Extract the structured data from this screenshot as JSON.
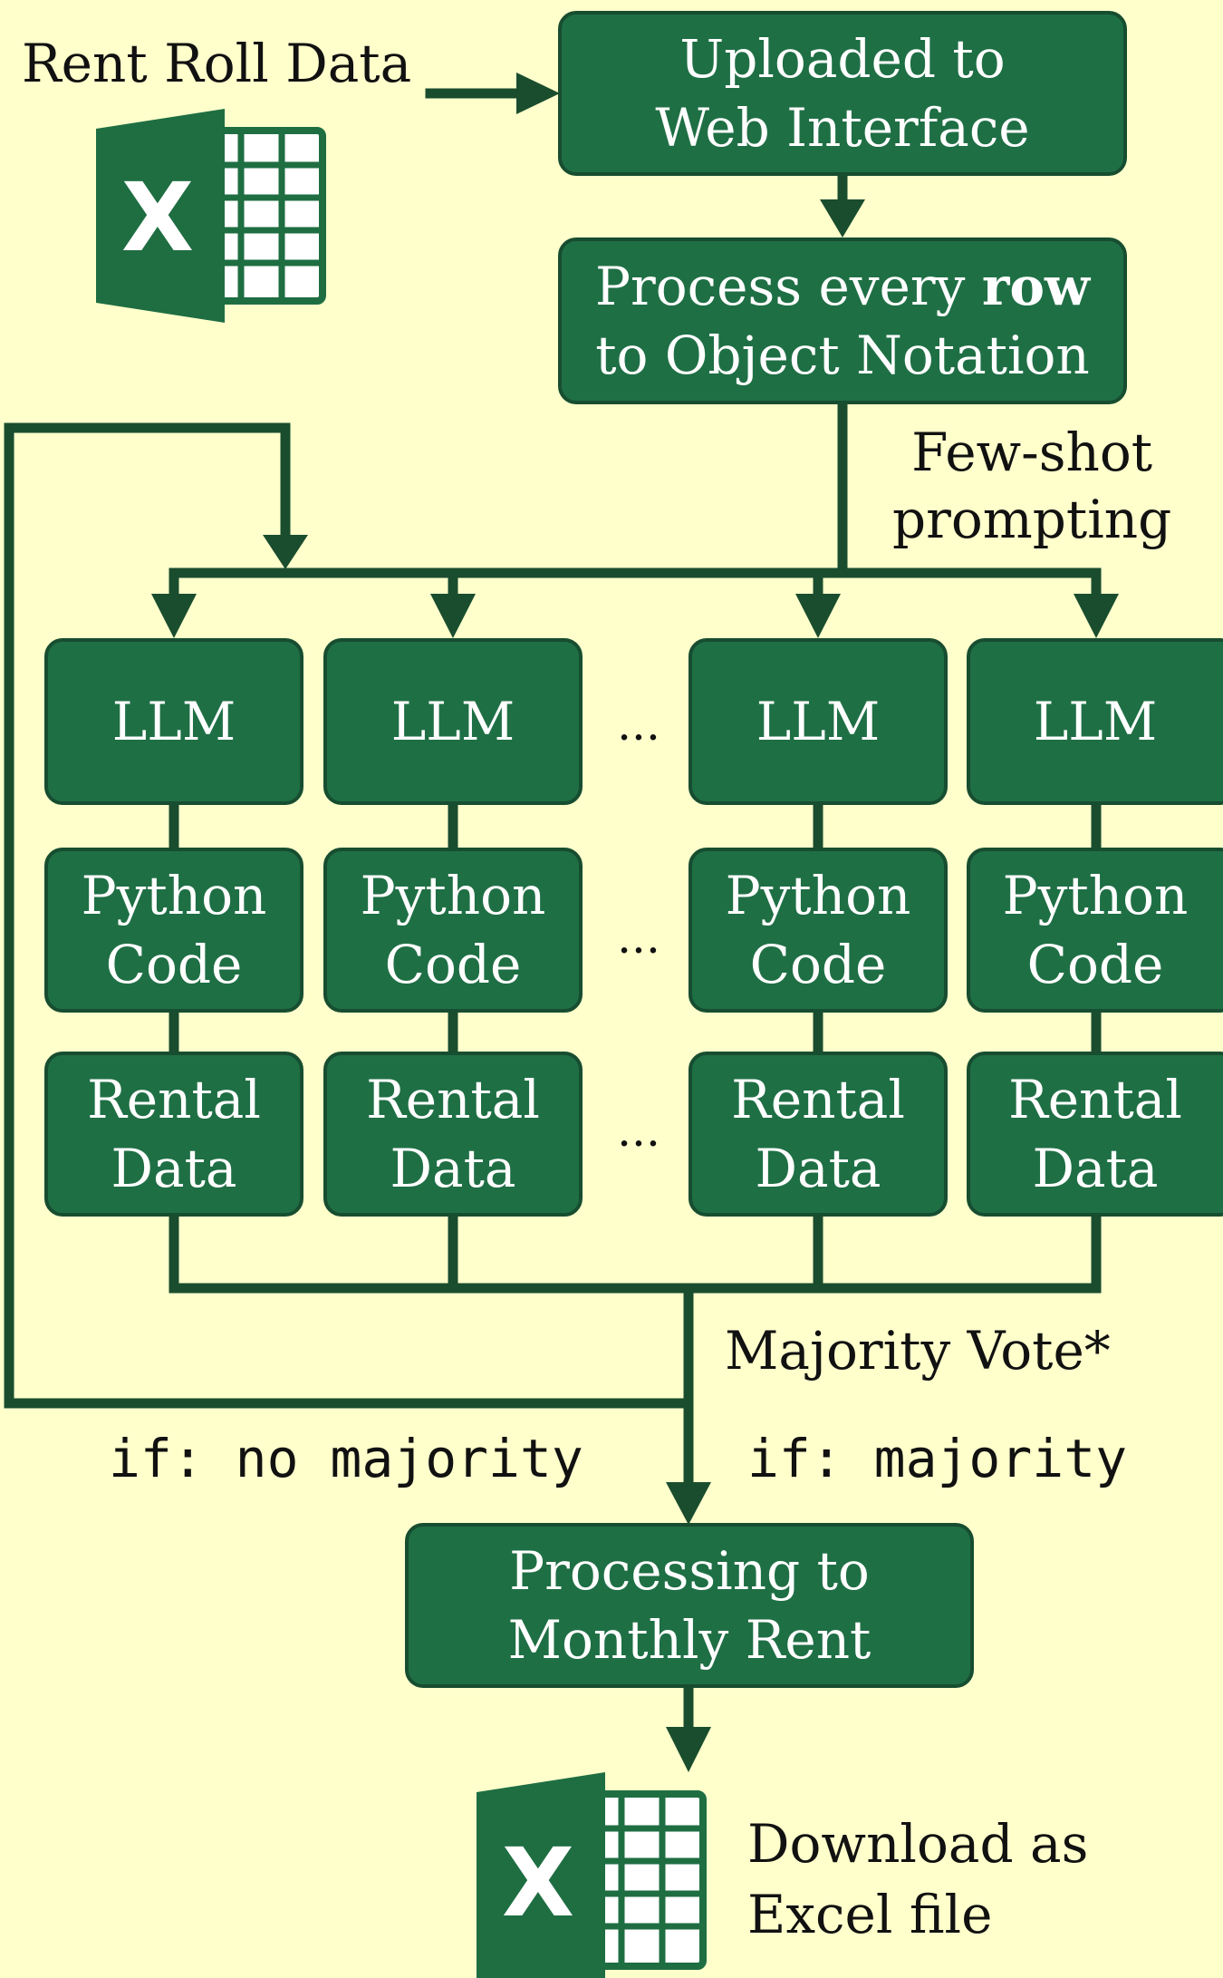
{
  "source": {
    "label": "Rent Roll Data",
    "icon": "excel-icon"
  },
  "steps": {
    "upload": [
      "Uploaded to",
      "Web Interface"
    ],
    "process": {
      "line1_prefix": "Process every ",
      "line1_bold": "row",
      "line2": "to Object Notation"
    },
    "few_shot": [
      "Few-shot",
      "prompting"
    ],
    "monthly": [
      "Processing to",
      "Monthly Rent"
    ]
  },
  "columns": [
    {
      "llm": "LLM",
      "code": [
        "Python",
        "Code"
      ],
      "data": [
        "Rental",
        "Data"
      ]
    },
    {
      "llm": "LLM",
      "code": [
        "Python",
        "Code"
      ],
      "data": [
        "Rental",
        "Data"
      ]
    },
    {
      "llm": "LLM",
      "code": [
        "Python",
        "Code"
      ],
      "data": [
        "Rental",
        "Data"
      ]
    },
    {
      "llm": "LLM",
      "code": [
        "Python",
        "Code"
      ],
      "data": [
        "Rental",
        "Data"
      ]
    }
  ],
  "ellipsis": "...",
  "vote": {
    "label": "Majority Vote*",
    "no_majority": "if: no majority",
    "majority": "if: majority"
  },
  "output": {
    "label": [
      "Download as",
      "Excel file"
    ],
    "icon": "excel-icon"
  },
  "colors": {
    "background": "#ffffcc",
    "box_fill": "#1f6f45",
    "line": "#1a4d2e",
    "excel_dark": "#1e6e42",
    "excel_light": "#2e8b57"
  }
}
